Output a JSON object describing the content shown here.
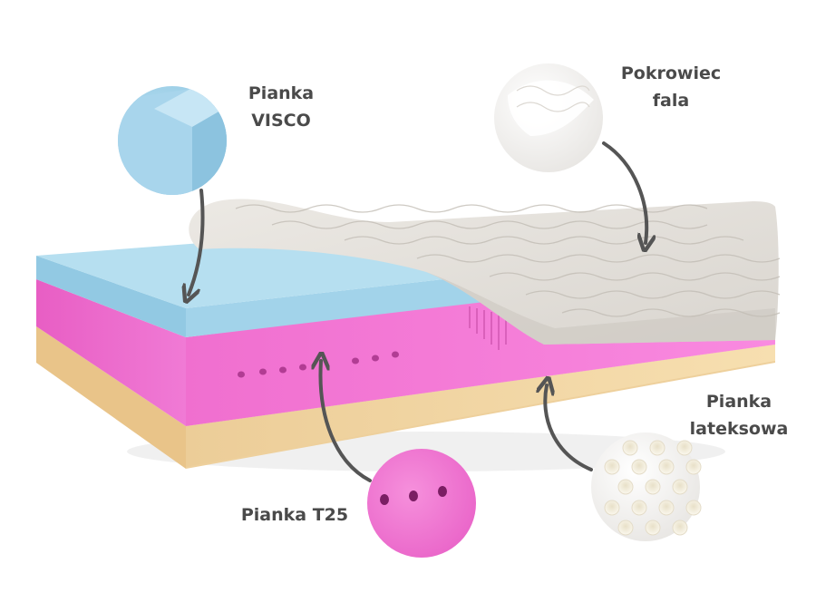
{
  "layers": {
    "visco": {
      "line1": "Pianka",
      "line2": "VISCO",
      "color": "#a9d6ea"
    },
    "cover": {
      "line1": "Pokrowiec",
      "line2": "fala",
      "color": "#e6e3de"
    },
    "latex": {
      "line1": "Pianka",
      "line2": "lateksowa",
      "color": "#f2d7a5"
    },
    "t25": {
      "line1": "Pianka T25",
      "color": "#f47fd6"
    }
  },
  "colors": {
    "label_text": "#4a4a4a",
    "arrow": "#555555"
  },
  "icons": {
    "visco_swatch": "foam-cube-icon",
    "cover_swatch": "quilted-fabric-icon",
    "latex_swatch": "perforated-latex-icon",
    "t25_swatch": "perforated-foam-icon"
  }
}
